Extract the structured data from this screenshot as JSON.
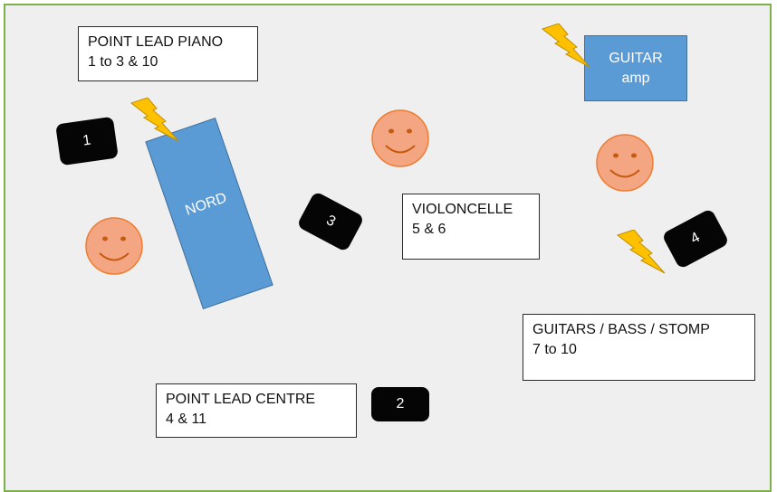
{
  "title": "",
  "boxes": {
    "piano": {
      "line1": "POINT LEAD PIANO",
      "line2": "1 to 3 & 10"
    },
    "violoncelle": {
      "line1": "VIOLONCELLE",
      "line2": "5 & 6"
    },
    "guitars": {
      "line1": "GUITARS / BASS / STOMP",
      "line2": "7 to 10"
    },
    "centre": {
      "line1": "POINT LEAD CENTRE",
      "line2": "4 & 11"
    }
  },
  "monitors": [
    {
      "label": "1"
    },
    {
      "label": "2"
    },
    {
      "label": "3"
    },
    {
      "label": "4"
    }
  ],
  "instruments": {
    "nord": {
      "label": "NORD"
    },
    "guitar_amp": {
      "line1": "GUITAR",
      "line2": "amp"
    }
  },
  "icons": [
    "smiley-face-icon",
    "lightning-bolt-icon"
  ],
  "colors": {
    "border": "#7db04a",
    "background": "#efefef",
    "instrument_blue": "#5b9bd5",
    "face": "#f4a582",
    "bolt": "#ffc000",
    "monitor": "#050505"
  }
}
